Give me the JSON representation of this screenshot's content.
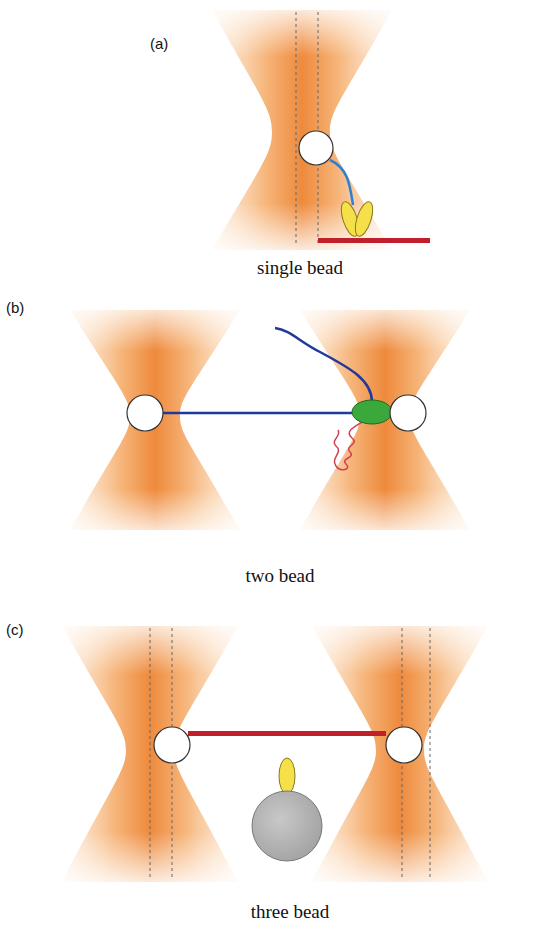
{
  "diagram": {
    "labels": [
      "(a)",
      "single bead",
      "(b)",
      "two bead",
      "(c)",
      "three bead"
    ]
  }
}
